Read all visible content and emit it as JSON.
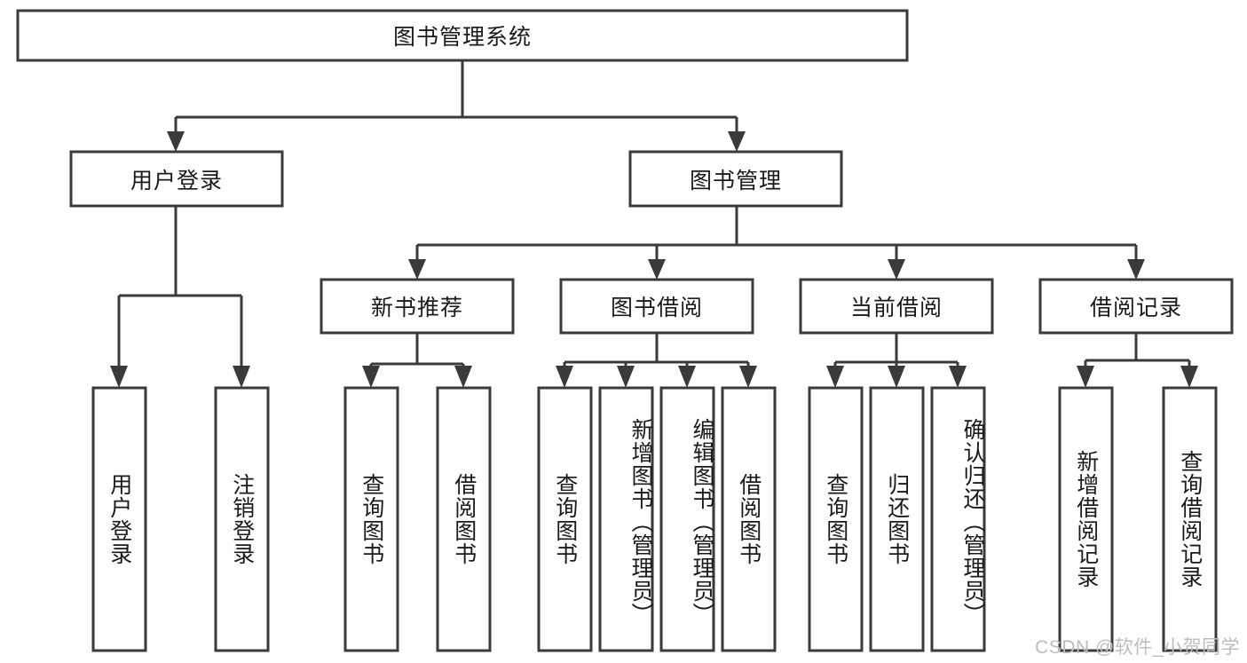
{
  "diagram": {
    "type": "tree-flowchart",
    "orientation": "top-down",
    "root": "图书管理系统",
    "watermark": "CSDN @软件_小贺同学",
    "colors": {
      "box_fill": "#ffffff",
      "box_stroke": "#3a3a3a",
      "connector": "#3a3a3a",
      "text": "#1a1a1a",
      "watermark": "#bdbdbd",
      "background": "#ffffff"
    },
    "nodes": {
      "root": {
        "label": "图书管理系统",
        "level": 0,
        "text_orientation": "horizontal"
      },
      "level1": [
        {
          "label": "用户登录",
          "text_orientation": "horizontal"
        },
        {
          "label": "图书管理",
          "text_orientation": "horizontal"
        }
      ],
      "level2": [
        {
          "label": "新书推荐",
          "parent": "图书管理",
          "text_orientation": "horizontal"
        },
        {
          "label": "图书借阅",
          "parent": "图书管理",
          "text_orientation": "horizontal"
        },
        {
          "label": "当前借阅",
          "parent": "图书管理",
          "text_orientation": "horizontal"
        },
        {
          "label": "借阅记录",
          "parent": "图书管理",
          "text_orientation": "horizontal"
        }
      ],
      "leaves": {
        "user_login": [
          {
            "label": "用户登录",
            "text_orientation": "vertical"
          },
          {
            "label": "注销登录",
            "text_orientation": "vertical"
          }
        ],
        "new_book_recommend": [
          {
            "label": "查询图书",
            "text_orientation": "vertical"
          },
          {
            "label": "借阅图书",
            "text_orientation": "vertical"
          }
        ],
        "book_borrow": [
          {
            "label": "查询图书",
            "text_orientation": "vertical"
          },
          {
            "label": "新增图书（管理员）",
            "text_orientation": "vertical"
          },
          {
            "label": "编辑图书（管理员）",
            "text_orientation": "vertical"
          },
          {
            "label": "借阅图书",
            "text_orientation": "vertical"
          }
        ],
        "current_borrow": [
          {
            "label": "查询图书",
            "text_orientation": "vertical"
          },
          {
            "label": "归还图书",
            "text_orientation": "vertical"
          },
          {
            "label": "确认归还（管理员）",
            "text_orientation": "vertical"
          }
        ],
        "borrow_record": [
          {
            "label": "新增借阅记录",
            "text_orientation": "vertical"
          },
          {
            "label": "查询借阅记录",
            "text_orientation": "vertical"
          }
        ]
      }
    }
  }
}
